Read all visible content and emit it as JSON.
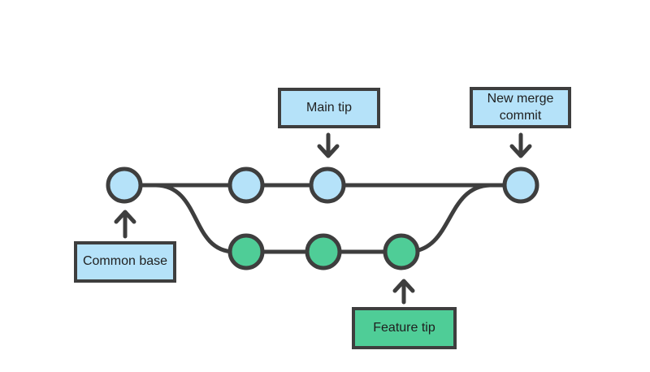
{
  "diagram": {
    "type": "git-branch-merge-diagram",
    "background_color": "#ffffff",
    "line_color": "#3e3e3e",
    "text_color": "#1f1f1f",
    "main_branch": {
      "commit_fill": "#b5e2f9",
      "commit_count": 4
    },
    "feature_branch": {
      "commit_fill": "#4fcd97",
      "commit_count": 3
    },
    "labels": {
      "main_tip": {
        "text": "Main tip",
        "fill": "#b5e2f9",
        "arrow_direction": "down"
      },
      "new_merge_commit": {
        "text": "New merge commit",
        "fill": "#b5e2f9",
        "arrow_direction": "down"
      },
      "common_base": {
        "text": "Common base",
        "fill": "#b5e2f9",
        "arrow_direction": "up"
      },
      "feature_tip": {
        "text": "Feature tip",
        "fill": "#4fcd97",
        "arrow_direction": "up"
      }
    }
  }
}
